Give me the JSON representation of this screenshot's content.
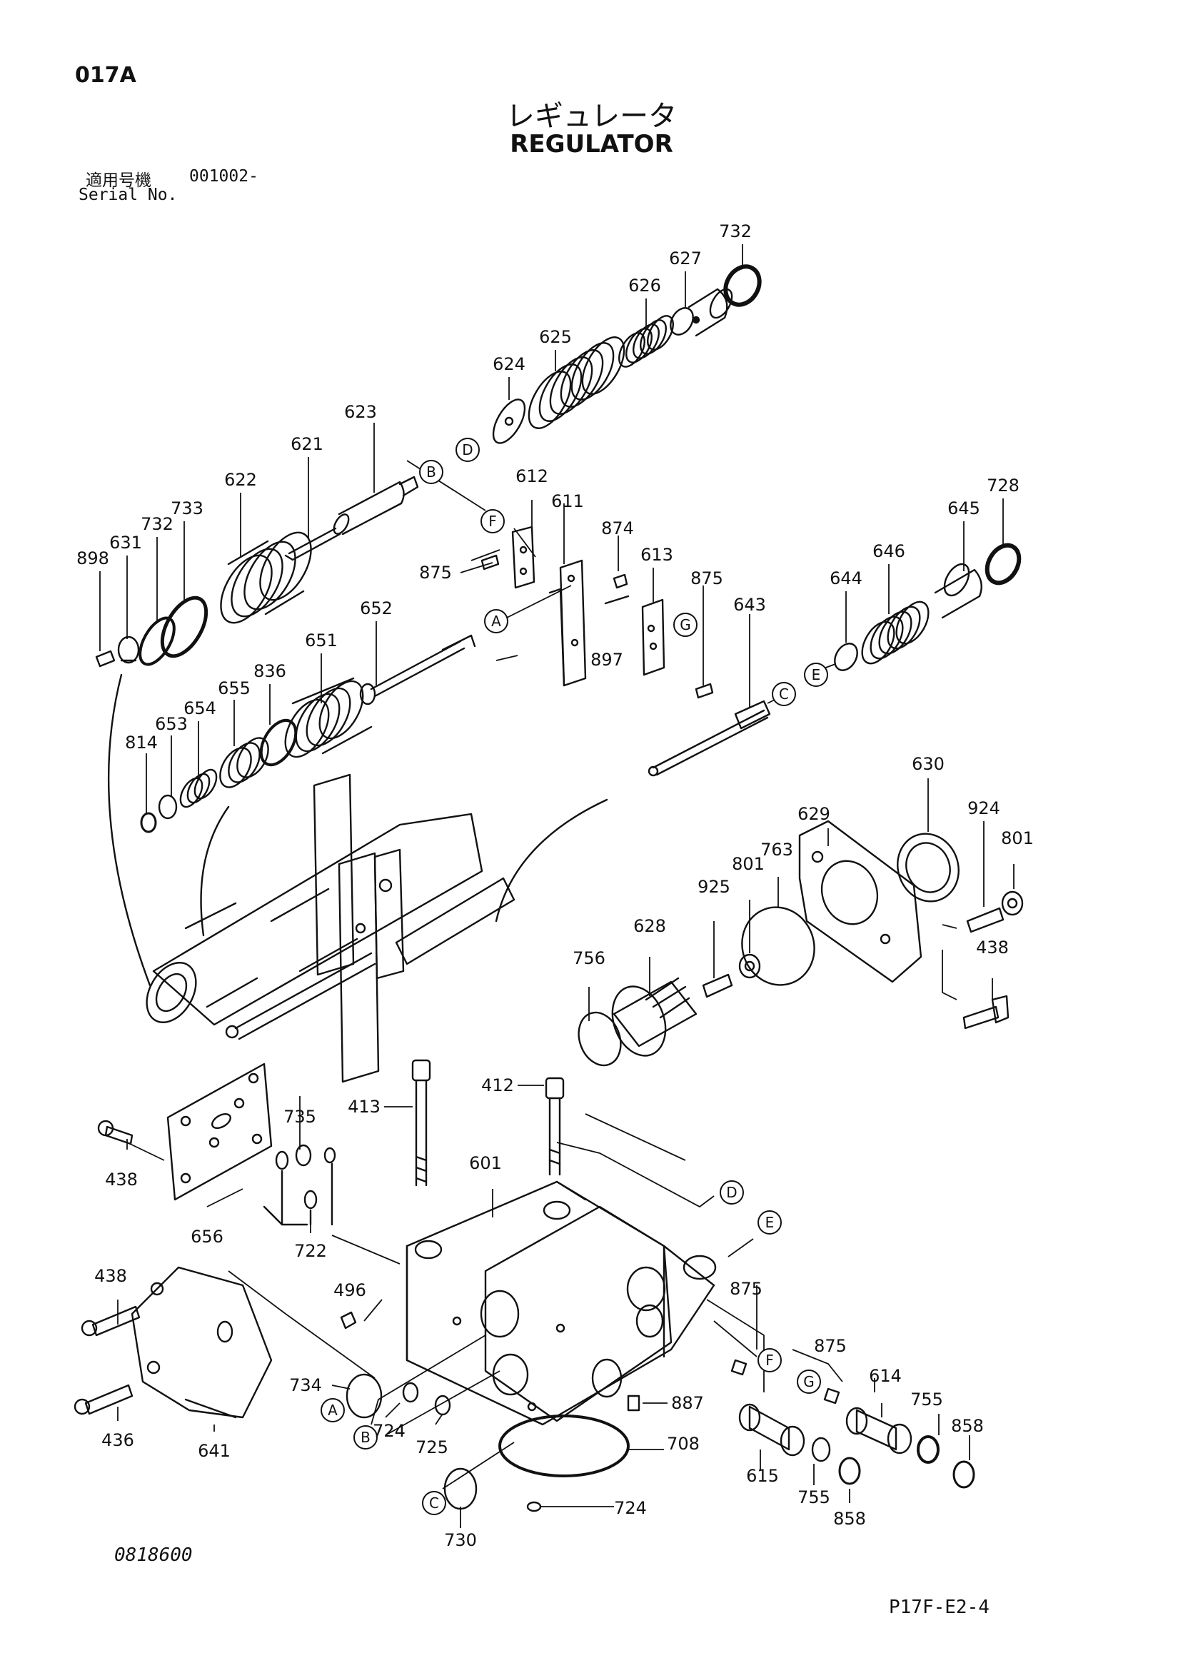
{
  "header": {
    "page_code": "017A",
    "title_jp": "レギュレータ",
    "title_en": "REGULATOR",
    "serial_label_jp": "適用号機",
    "serial_value": "001002-",
    "serial_label_en": "Serial No."
  },
  "footer": {
    "left_code": "0818600",
    "right_code": "P17F-E2-4"
  },
  "parts": [
    "732",
    "627",
    "626",
    "625",
    "624",
    "623",
    "621",
    "622",
    "631",
    "733",
    "898",
    "612",
    "611",
    "874",
    "613",
    "875",
    "643",
    "645",
    "728",
    "646",
    "644",
    "652",
    "651",
    "836",
    "655",
    "654",
    "653",
    "814",
    "897",
    "630",
    "924",
    "629",
    "801",
    "763",
    "925",
    "628",
    "756",
    "413",
    "412",
    "735",
    "438",
    "656",
    "722",
    "601",
    "496",
    "436",
    "641",
    "734",
    "724",
    "725",
    "730",
    "887",
    "708",
    "614",
    "615",
    "755",
    "858"
  ],
  "callout_letters": [
    "A",
    "B",
    "C",
    "D",
    "E",
    "F",
    "G"
  ],
  "colors": {
    "ink": "#111111",
    "paper": "#ffffff"
  }
}
